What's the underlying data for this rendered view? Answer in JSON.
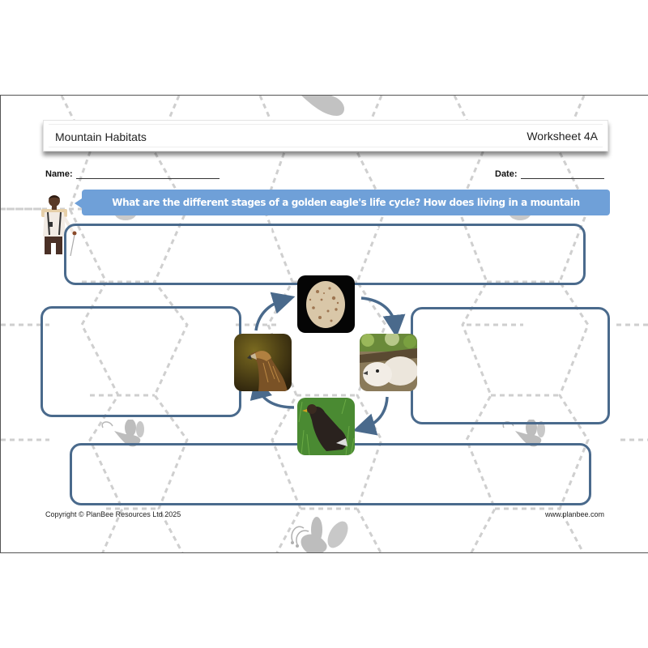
{
  "header": {
    "title": "Mountain Habitats",
    "worksheet": "Worksheet 4A"
  },
  "fields": {
    "name_label": "Name:",
    "date_label": "Date:"
  },
  "question": {
    "text": "What are the different stages of a golden eagle's life cycle? How does living in a mountain environment affect the life cycle?"
  },
  "answer_boxes": [
    {
      "position": "top",
      "value": ""
    },
    {
      "position": "left",
      "value": ""
    },
    {
      "position": "right",
      "value": ""
    },
    {
      "position": "bottom",
      "value": ""
    }
  ],
  "life_cycle": {
    "stages": [
      {
        "name": "egg",
        "image": "golden-eagle-egg-photo"
      },
      {
        "name": "chick",
        "image": "golden-eagle-chick-photo"
      },
      {
        "name": "juvenile",
        "image": "juvenile-golden-eagle-photo"
      },
      {
        "name": "adult",
        "image": "adult-golden-eagle-photo"
      }
    ],
    "arrow_color": "#4a6a8c"
  },
  "footer": {
    "copyright": "Copyright © PlanBee Resources Ltd 2025",
    "website": "www.planbee.com"
  },
  "colors": {
    "box_border": "#4a6a8c",
    "question_bg": "#6fa0d8",
    "hex_pattern": "#cccccc"
  }
}
